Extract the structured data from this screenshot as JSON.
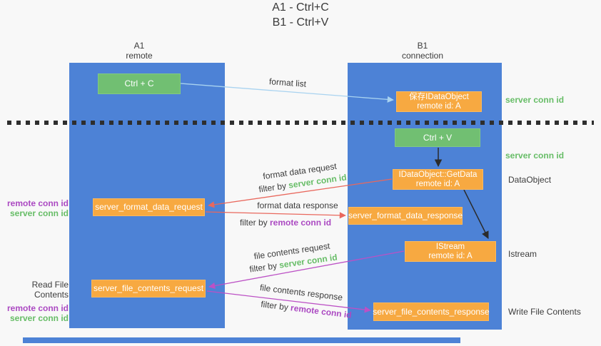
{
  "title": {
    "line1": "A1 - Ctrl+C",
    "line2": "B1 - Ctrl+V"
  },
  "lanes": {
    "a1": {
      "name": "A1",
      "role": "remote"
    },
    "b1": {
      "name": "B1",
      "role": "connection"
    }
  },
  "nodes": {
    "ctrl_c": {
      "label": "Ctrl + C"
    },
    "ctrl_v": {
      "label": "Ctrl + V"
    },
    "save_dataobject": {
      "line1": "保存IDataObject",
      "line2": "remote id: A"
    },
    "getdata": {
      "line1": "IDataObject::GetData",
      "line2": "remote id: A"
    },
    "istream": {
      "line1": "IStream",
      "line2": "remote id: A"
    },
    "server_format_data_request": {
      "label": "server_format_data_request"
    },
    "server_format_data_response": {
      "label": "server_format_data_response"
    },
    "server_file_contents_request": {
      "label": "server_file_contents_request"
    },
    "server_file_contents_response": {
      "label": "server_file_contents_response"
    }
  },
  "arrow_labels": {
    "format_list": "format list",
    "format_data_request": "format data request",
    "format_data_response": "format data response",
    "file_contents_request": "file contents request",
    "file_contents_response": "file contents response",
    "filter_by": "filter by",
    "server_conn_id": "server conn id",
    "remote_conn_id": "remote conn id"
  },
  "side_labels": {
    "server_conn_id_top": "server conn id",
    "server_conn_id_mid": "server conn id",
    "dataobject": "DataObject",
    "istream": "Istream",
    "write_file_contents": "Write File Contents",
    "read_file_contents": "Read File Contents",
    "remote_conn_id_1": "remote conn id",
    "server_conn_id_1": "server conn id",
    "remote_conn_id_2": "remote conn id",
    "server_conn_id_2": "server conn id"
  },
  "colors": {
    "lane_blue": "#4d82d6",
    "node_green": "#71bf72",
    "node_orange": "#f7a941",
    "arrow_light_blue": "#a9d3f0",
    "arrow_red": "#e9685d",
    "arrow_magenta": "#bc51c5",
    "arrow_black": "#2b2b2b",
    "label_green": "#67bd67",
    "label_purple": "#ab49c2",
    "text_dark": "#3c3c3c"
  }
}
